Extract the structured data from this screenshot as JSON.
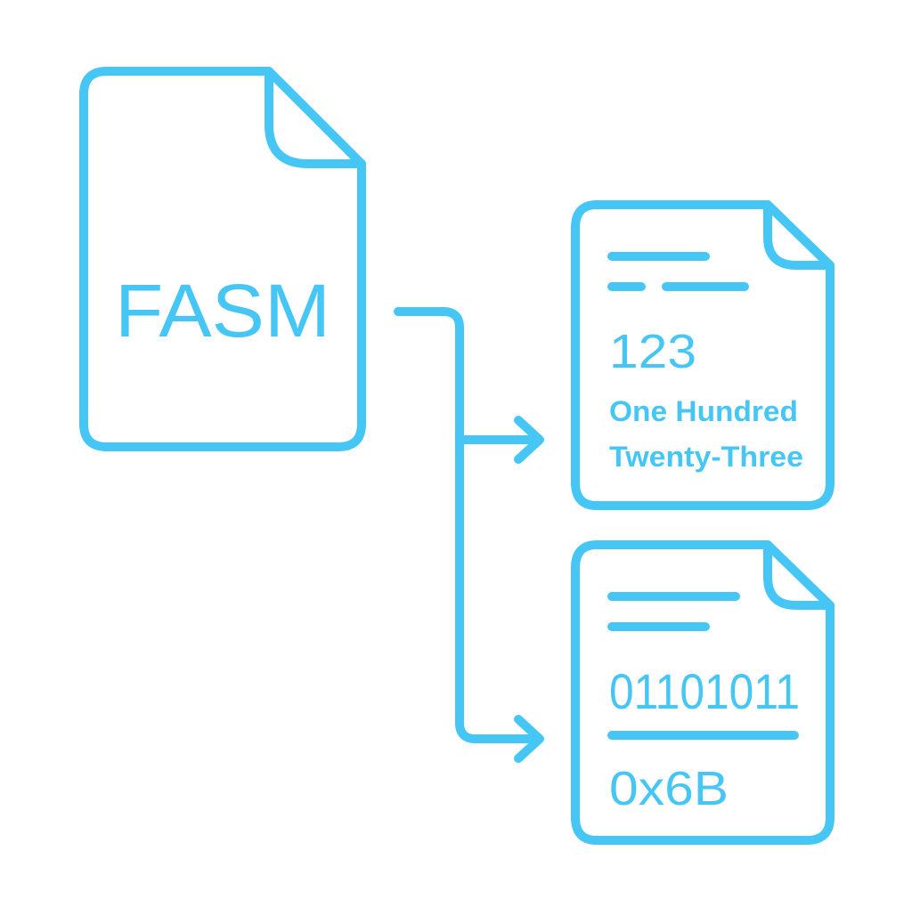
{
  "colors": {
    "accent": "#45C6F5",
    "background": "#FFFFFF"
  },
  "source_doc": {
    "label": "FASM",
    "icon": "document-icon"
  },
  "output_decimal": {
    "icon": "document-icon",
    "number": "123",
    "words_line1": "One Hundred",
    "words_line2": "Twenty-Three"
  },
  "output_binary": {
    "icon": "document-icon",
    "binary": "01101011",
    "hex": "0x6B"
  },
  "connectors": {
    "icon": "arrow-right-icon"
  }
}
